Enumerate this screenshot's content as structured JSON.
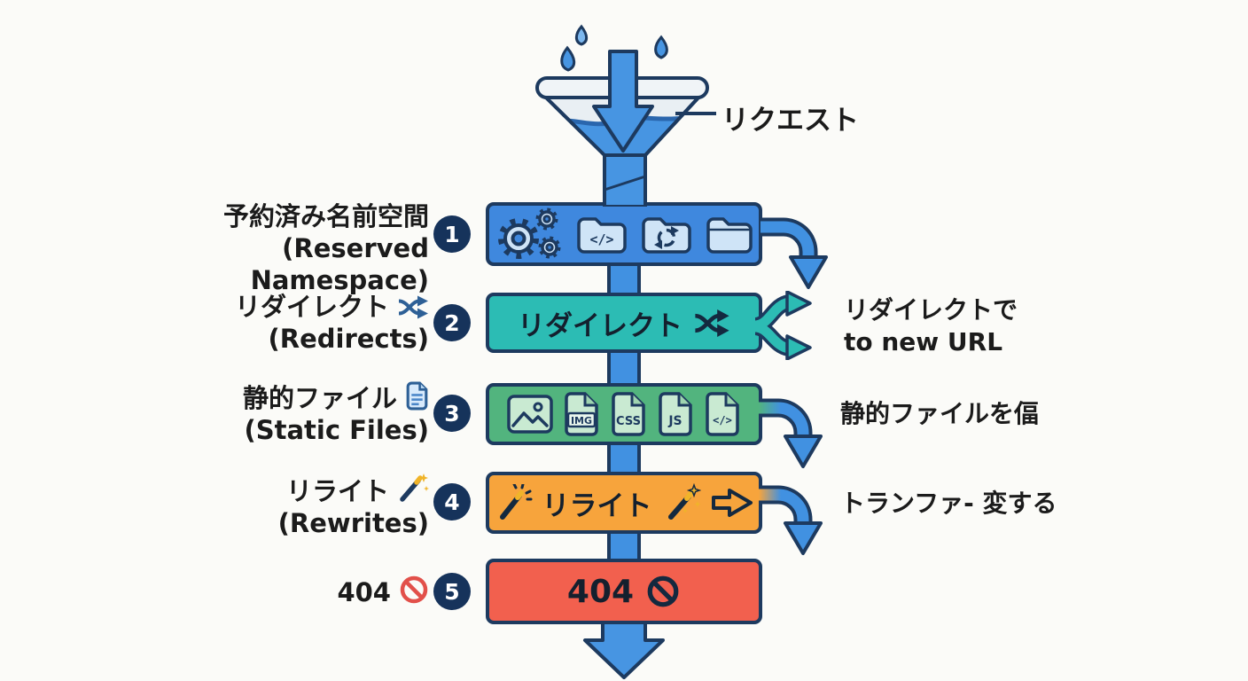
{
  "palette": {
    "outline_navy": "#1d3a5f",
    "badge_navy": "#16335b",
    "arrow_blue": "#4191e1",
    "box1_blue": "#3f88de",
    "box2_teal": "#2cbcb4",
    "box3_green": "#52b47e",
    "box4_orange": "#f7a43c",
    "box5_red": "#f2604e",
    "icon_light_blue": "#cfe4f7",
    "icon_light_green": "#c9ead2",
    "sparkle_yellow": "#f0b429",
    "blocked_red": "#e2504a",
    "text_dark": "#1b1b1b",
    "background": "#fbfbf8"
  },
  "funnel": {
    "label": "リクエスト"
  },
  "stages": [
    {
      "num": "1",
      "label_line1": "予約済み名前空間",
      "label_line2": "(Reserved Namespace)"
    },
    {
      "num": "2",
      "label_line1": "リダイレクト",
      "label_line2": "(Redirects)",
      "box_text": "リダイレクト",
      "side_line1": "リダイレクトで",
      "side_line2": "to new URL"
    },
    {
      "num": "3",
      "label_line1": "静的ファイル",
      "label_line2": "(Static Files)",
      "files": [
        "IMG",
        "CSS",
        "JS"
      ],
      "side_line1": "静的ファイルを偪"
    },
    {
      "num": "4",
      "label_line1": "リライト",
      "label_line2": "(Rewrites)",
      "box_text": "リライト",
      "side_line1": "トランファ- 変する"
    },
    {
      "num": "5",
      "label_line1": "404",
      "box_text": "404"
    }
  ],
  "glyphs": {
    "code": "</>"
  }
}
